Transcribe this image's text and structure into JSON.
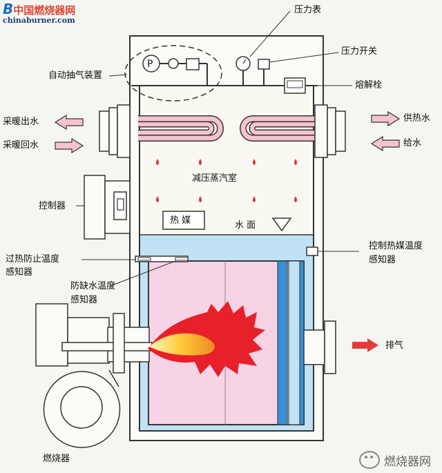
{
  "brand": {
    "logo_letter": "B",
    "name_cn": "中国燃烧器网",
    "domain": "chinaburner.com"
  },
  "labels": {
    "pressure_gauge": "压力表",
    "pressure_switch": "压力开关",
    "auto_deaerator": "自动抽气装置",
    "fusible_plug": "熔解栓",
    "heating_outlet": "采暖出水",
    "heating_return": "采暖回水",
    "hot_water_supply": "供热水",
    "feed_water": "给水",
    "steam_chamber": "减压蒸汽室",
    "controller": "控制器",
    "heat_medium": "热 媒",
    "water_surface": "水 面",
    "overheat_sensor_l1": "过热防止温度",
    "overheat_sensor_l2": "感知器",
    "lowwater_sensor_l1": "防缺水温度",
    "lowwater_sensor_l2": "感知器",
    "medium_temp_sensor_l1": "控制热媒温度",
    "medium_temp_sensor_l2": "感知器",
    "exhaust": "排气",
    "burner": "燃烧器",
    "gauge_letter": "P"
  },
  "watermark": "燃烧器网",
  "colors": {
    "arrow_fill": "#f6c2d0",
    "arrow_red": "#e23b3b",
    "water_blue": "#bfe3f5",
    "chamber_pink": "#f6cfe3",
    "flame_red": "#e8202a",
    "flame_yellow": "#ffd23a",
    "droplet_red": "#e0303c"
  }
}
